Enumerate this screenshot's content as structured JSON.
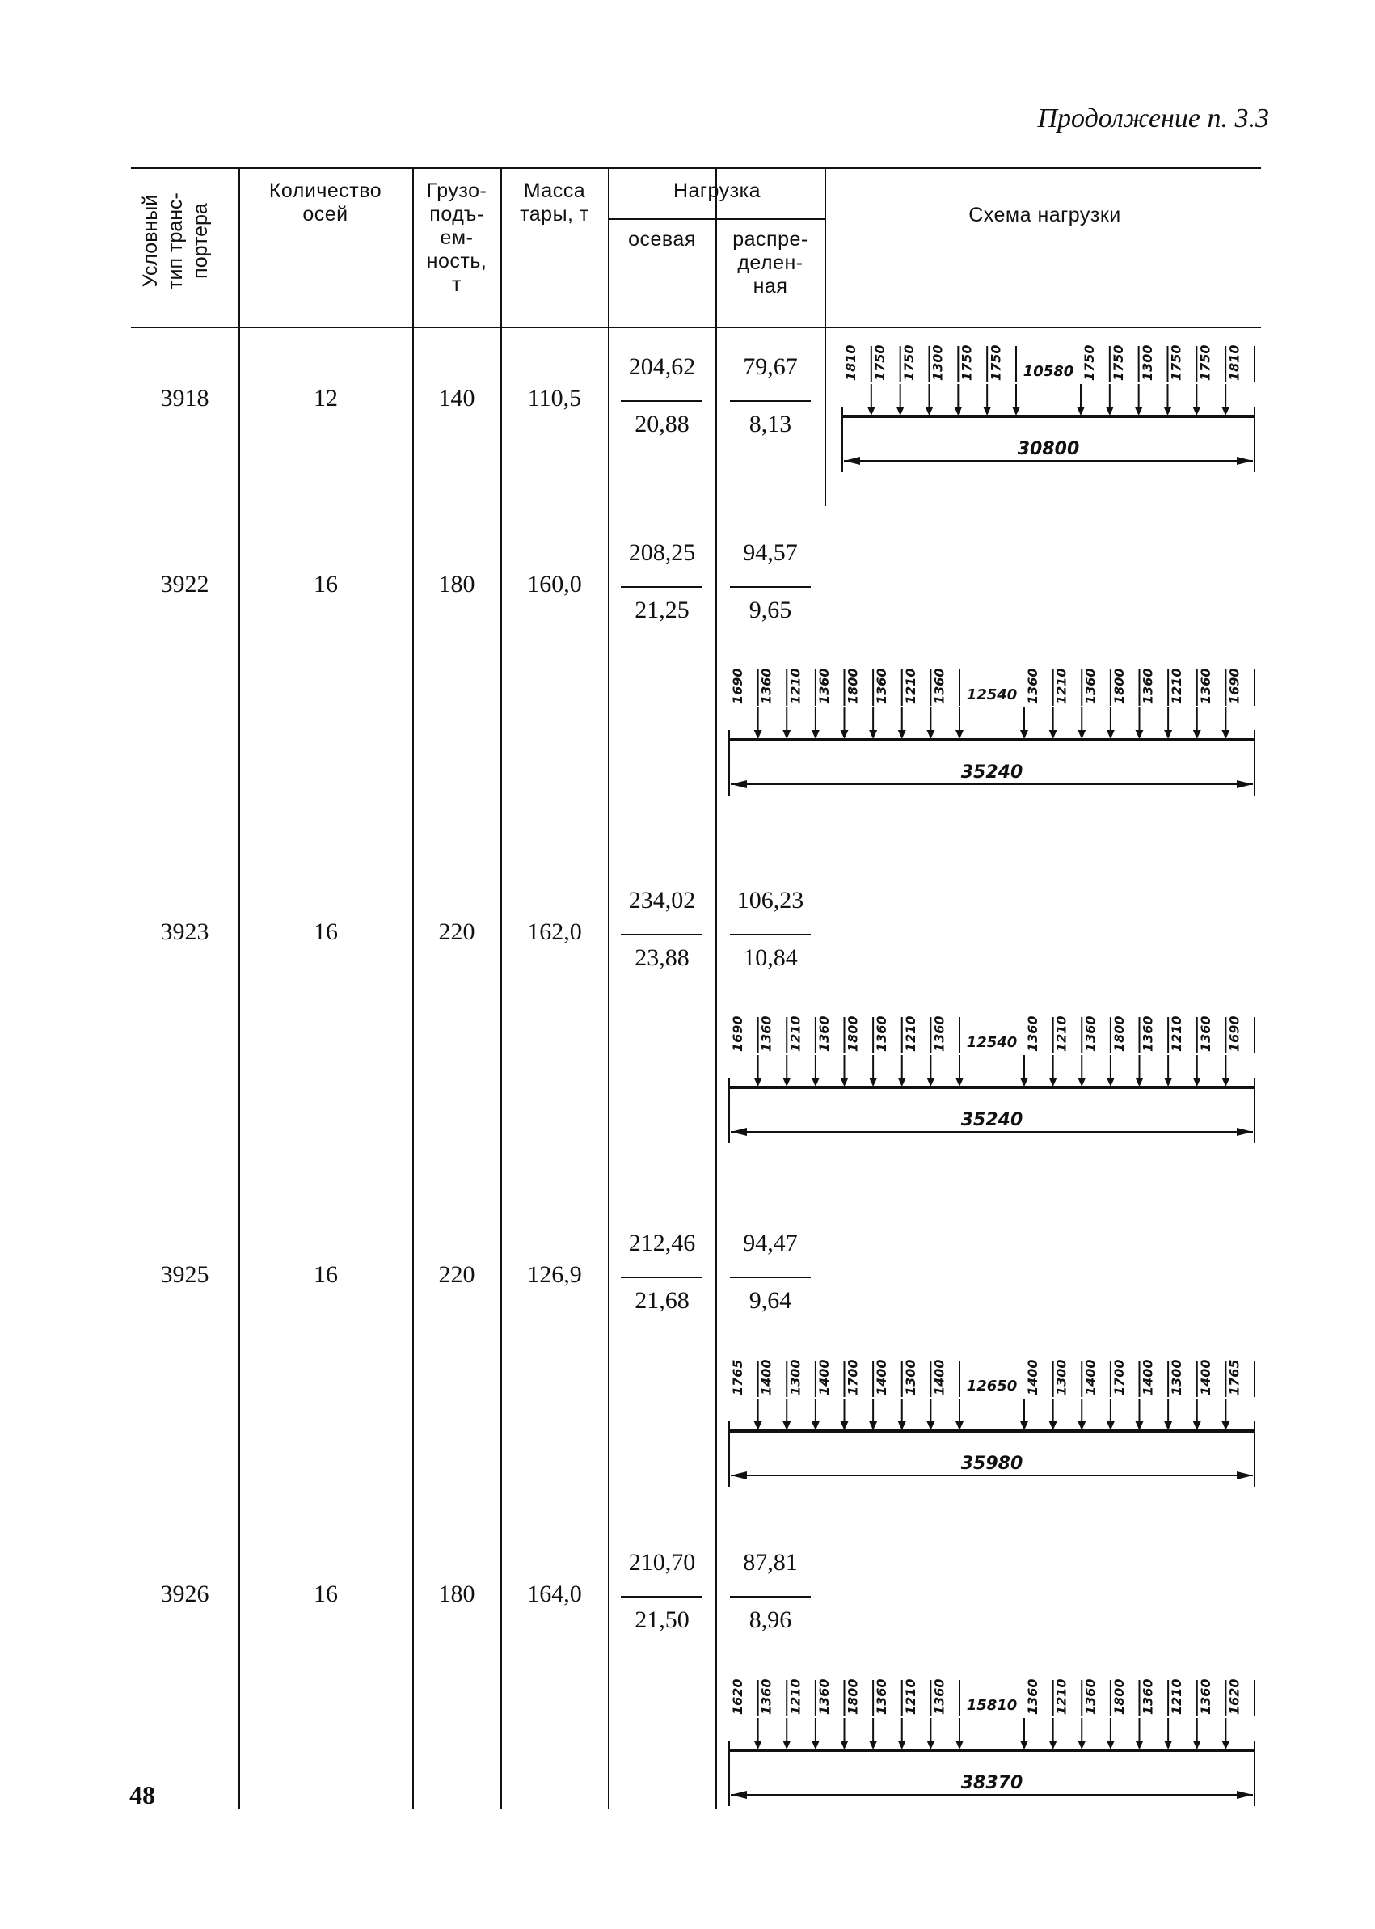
{
  "continued": "Продолжение п. 3.3",
  "page_number": "48",
  "headers": {
    "type_lines": [
      "Условный",
      "тип транс-",
      "портера"
    ],
    "axes_lines": [
      "Количество",
      "осей"
    ],
    "capacity_lines": [
      "Грузо-",
      "подъ-",
      "ем-",
      "ность,",
      "т"
    ],
    "tare_lines": [
      "Масса",
      "тары, т"
    ],
    "load": "Нагрузка",
    "axial": "осевая",
    "distributed_lines": [
      "распре-",
      "делен-",
      "ная"
    ],
    "schema": "Схема нагрузки"
  },
  "rows": [
    {
      "type": "3918",
      "axes": "12",
      "capacity": "140",
      "tare": "110,5",
      "axial_top": "204,62",
      "axial_bottom": "20,88",
      "dist_top": "79,67",
      "dist_bottom": "8,13",
      "schema": {
        "left": [
          "1810",
          "1750",
          "1750",
          "1300",
          "1750",
          "1750"
        ],
        "gap": "10580",
        "right": [
          "1750",
          "1750",
          "1300",
          "1750",
          "1750",
          "1810"
        ],
        "total": "30800"
      }
    },
    {
      "type": "3922",
      "axes": "16",
      "capacity": "180",
      "tare": "160,0",
      "axial_top": "208,25",
      "axial_bottom": "21,25",
      "dist_top": "94,57",
      "dist_bottom": "9,65",
      "schema": {
        "left": [
          "1690",
          "1360",
          "1210",
          "1360",
          "1800",
          "1360",
          "1210",
          "1360"
        ],
        "gap": "12540",
        "right": [
          "1360",
          "1210",
          "1360",
          "1800",
          "1360",
          "1210",
          "1360",
          "1690"
        ],
        "total": "35240"
      }
    },
    {
      "type": "3923",
      "axes": "16",
      "capacity": "220",
      "tare": "162,0",
      "axial_top": "234,02",
      "axial_bottom": "23,88",
      "dist_top": "106,23",
      "dist_bottom": "10,84",
      "schema": {
        "left": [
          "1690",
          "1360",
          "1210",
          "1360",
          "1800",
          "1360",
          "1210",
          "1360"
        ],
        "gap": "12540",
        "right": [
          "1360",
          "1210",
          "1360",
          "1800",
          "1360",
          "1210",
          "1360",
          "1690"
        ],
        "total": "35240"
      }
    },
    {
      "type": "3925",
      "axes": "16",
      "capacity": "220",
      "tare": "126,9",
      "axial_top": "212,46",
      "axial_bottom": "21,68",
      "dist_top": "94,47",
      "dist_bottom": "9,64",
      "schema": {
        "left": [
          "1765",
          "1400",
          "1300",
          "1400",
          "1700",
          "1400",
          "1300",
          "1400"
        ],
        "gap": "12650",
        "right": [
          "1400",
          "1300",
          "1400",
          "1700",
          "1400",
          "1300",
          "1400",
          "1765"
        ],
        "total": "35980"
      }
    },
    {
      "type": "3926",
      "axes": "16",
      "capacity": "180",
      "tare": "164,0",
      "axial_top": "210,70",
      "axial_bottom": "21,50",
      "dist_top": "87,81",
      "dist_bottom": "8,96",
      "schema": {
        "left": [
          "1620",
          "1360",
          "1210",
          "1360",
          "1800",
          "1360",
          "1210",
          "1360"
        ],
        "gap": "15810",
        "right": [
          "1360",
          "1210",
          "1360",
          "1800",
          "1360",
          "1210",
          "1360",
          "1620"
        ],
        "total": "38370"
      }
    }
  ]
}
